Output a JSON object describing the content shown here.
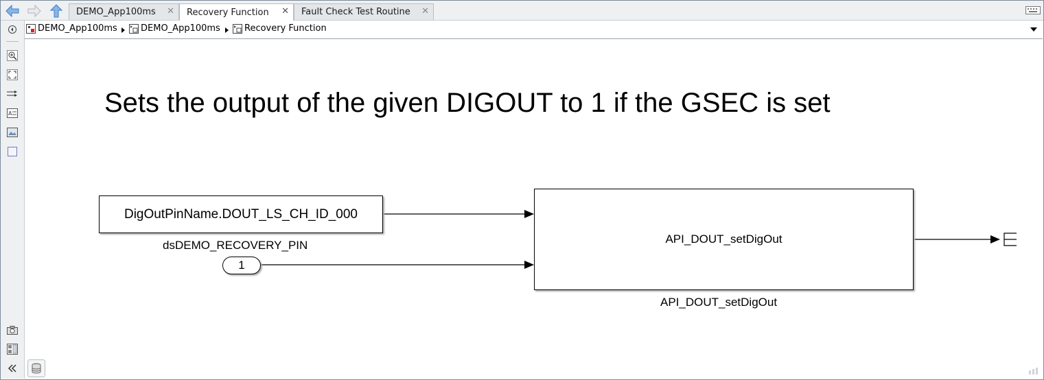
{
  "tabs": [
    {
      "label": "DEMO_App100ms",
      "active": false
    },
    {
      "label": "Recovery Function",
      "active": true
    },
    {
      "label": "Fault Check Test Routine",
      "active": false
    }
  ],
  "breadcrumb": [
    {
      "label": "DEMO_App100ms",
      "icon": "model-icon"
    },
    {
      "label": "DEMO_App100ms",
      "icon": "subsystem-icon"
    },
    {
      "label": "Recovery Function",
      "icon": "subsystem-icon"
    }
  ],
  "canvas": {
    "annotation": "Sets the output of the given DIGOUT to 1 if the GSEC is set",
    "constant_block": {
      "text": "DigOutPinName.DOUT_LS_CH_ID_000",
      "name": "dsDEMO_RECOVERY_PIN"
    },
    "inport_block": {
      "text": "1"
    },
    "function_block": {
      "text": "API_DOUT_setDigOut",
      "name": "API_DOUT_setDigOut"
    },
    "terminator": {
      "icon": "terminator-icon"
    }
  },
  "toolbar": {
    "left_icons": [
      "hide-explorer-icon",
      "zoom-icon",
      "fit-view-icon",
      "signal-route-icon",
      "annotation-icon",
      "image-icon",
      "area-icon",
      "screenshot-icon",
      "property-inspector-icon",
      "collapse-icon"
    ]
  },
  "colors": {
    "chrome": "#eef0f2",
    "border": "#7a8a9a",
    "nav_blue": "#3c7fc8"
  }
}
